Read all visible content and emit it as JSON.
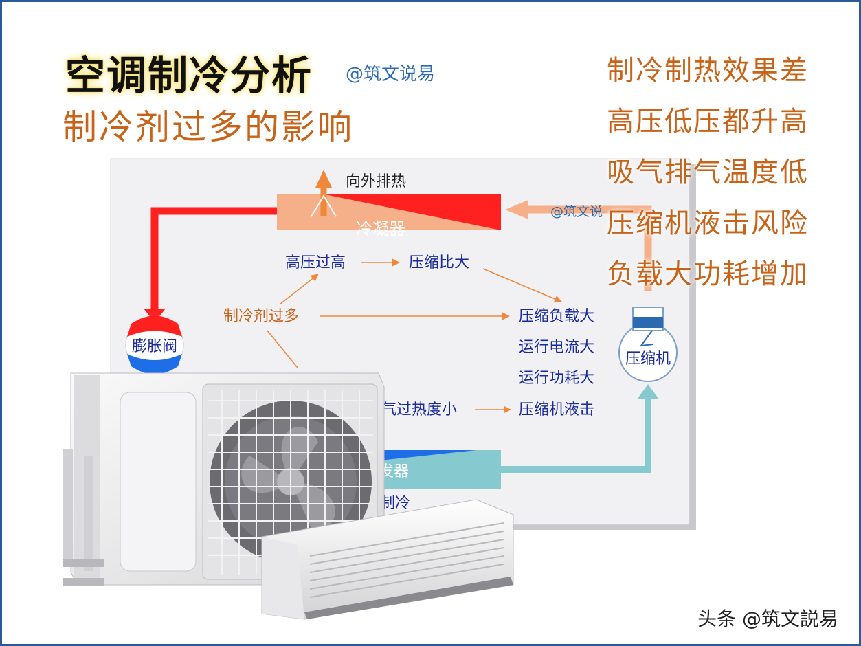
{
  "title": "空调制冷分析",
  "handle": "@筑文说易",
  "subtitle": "制冷剂过多的影响",
  "effects": [
    "制冷制热效果差",
    "高压低压都升高",
    "吸气排气温度低",
    "压缩机液击风险",
    "负载大功耗增加"
  ],
  "diagram": {
    "heat_label": "向外排热",
    "condenser": "冷凝器",
    "watermark": "@筑文说",
    "expansion_valve": "膨胀阀",
    "compressor": "压缩机",
    "evaporator_partial": "发器",
    "cooling_partial": "制冷",
    "nodes": {
      "excess": "制冷剂过多",
      "high_pressure": "高压过高",
      "compress_ratio": "压缩比大",
      "load_big": "压缩负载大",
      "current_big": "运行电流大",
      "power_big": "运行功耗大",
      "liquid_hammer": "压缩机液击",
      "superheat_small": "气过热度小"
    }
  },
  "footer": "头条 @筑文説易",
  "colors": {
    "hot": "#ff2020",
    "warm": "#f5b08a",
    "cold": "#1e6ee8",
    "suction": "#86c9cf",
    "accent": "#c8641a",
    "arrow": "#f0883c",
    "node_text": "#1a2a9a"
  }
}
